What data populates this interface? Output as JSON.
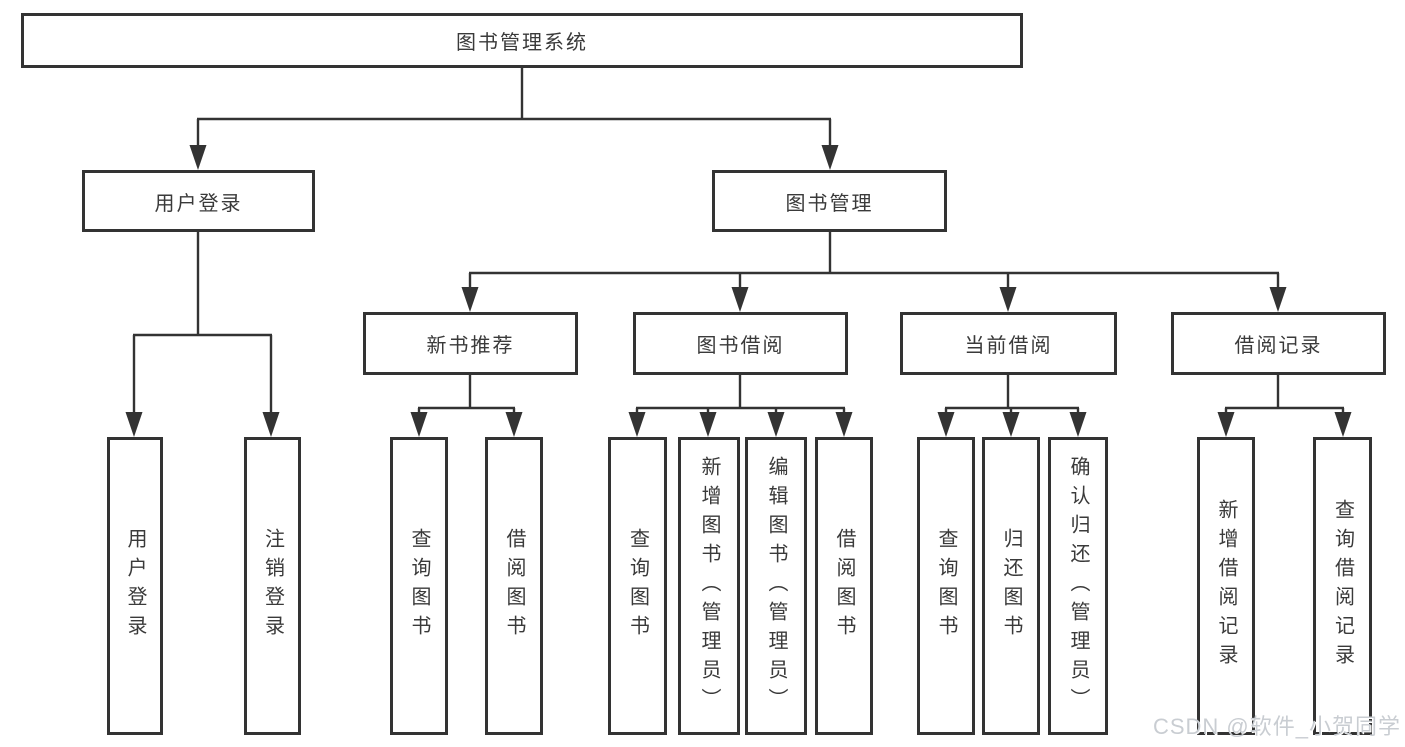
{
  "nodes": {
    "root": "图书管理系统",
    "user_login": "用户登录",
    "book_mgmt": "图书管理",
    "new_book_rec": "新书推荐",
    "book_borrow": "图书借阅",
    "current_borrow": "当前借阅",
    "borrow_record": "借阅记录",
    "ul_user_login": "用户登录",
    "ul_logout": "注销登录",
    "nb_query_book": "查询图书",
    "nb_borrow_book": "借阅图书",
    "bb_query_book": "查询图书",
    "bb_add_book": "新增图书（管理员）",
    "bb_edit_book": "编辑图书（管理员）",
    "bb_borrow_book": "借阅图书",
    "cb_query_book": "查询图书",
    "cb_return_book": "归还图书",
    "cb_confirm_return": "确认归还（管理员）",
    "br_add_record": "新增借阅记录",
    "br_query_record": "查询借阅记录"
  },
  "watermark": "CSDN @软件_小贺同学",
  "colors": {
    "line": "#333333",
    "text": "#3a3a3a",
    "watermark": "#c9cdd2"
  }
}
